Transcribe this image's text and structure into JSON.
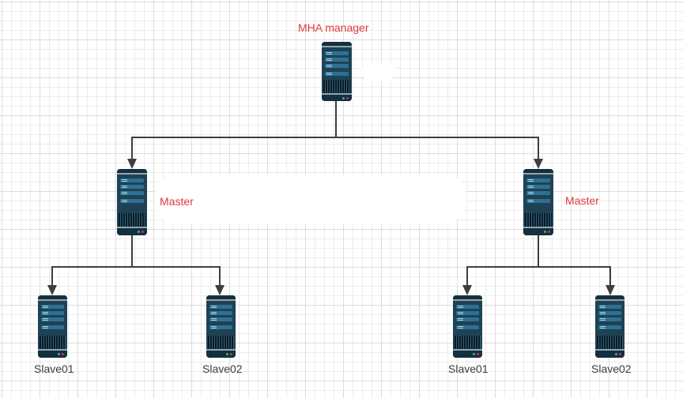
{
  "diagram": {
    "nodes": [
      {
        "id": "mha-manager",
        "label": "MHA manager",
        "label_color": "#e03a3a",
        "icon": "tower-server-icon"
      },
      {
        "id": "master-left",
        "label": "Master",
        "label_color": "#e03a3a",
        "icon": "tower-server-icon"
      },
      {
        "id": "master-right",
        "label": "Master",
        "label_color": "#e03a3a",
        "icon": "tower-server-icon"
      },
      {
        "id": "slave-left-01",
        "label": "Slave01",
        "label_color": "#3d3d3d",
        "icon": "tower-server-icon"
      },
      {
        "id": "slave-left-02",
        "label": "Slave02",
        "label_color": "#3d3d3d",
        "icon": "tower-server-icon"
      },
      {
        "id": "slave-right-01",
        "label": "Slave01",
        "label_color": "#3d3d3d",
        "icon": "tower-server-icon"
      },
      {
        "id": "slave-right-02",
        "label": "Slave02",
        "label_color": "#3d3d3d",
        "icon": "tower-server-icon"
      }
    ],
    "edges": [
      {
        "from": "mha-manager",
        "to": "master-left",
        "style": "orthogonal",
        "arrow": "target"
      },
      {
        "from": "mha-manager",
        "to": "master-right",
        "style": "orthogonal",
        "arrow": "target"
      },
      {
        "from": "master-left",
        "to": "slave-left-01",
        "style": "orthogonal",
        "arrow": "target"
      },
      {
        "from": "master-left",
        "to": "slave-left-02",
        "style": "orthogonal",
        "arrow": "target"
      },
      {
        "from": "master-right",
        "to": "slave-right-01",
        "style": "orthogonal",
        "arrow": "target"
      },
      {
        "from": "master-right",
        "to": "slave-right-02",
        "style": "orthogonal",
        "arrow": "target"
      }
    ],
    "colors": {
      "edge": "#3e3e3e",
      "red_label": "#e03a3a",
      "dark_label": "#3d3d3d",
      "server_body": "#1e4254",
      "server_cap": "#142f3e",
      "server_bay": "#2e7093",
      "server_trim": "#95a6ae",
      "led_green": "#46b36c",
      "led_red": "#b53a66",
      "grid_minor": "#ececec",
      "grid_major": "#dbdde0",
      "canvas": "#ffffff"
    }
  }
}
